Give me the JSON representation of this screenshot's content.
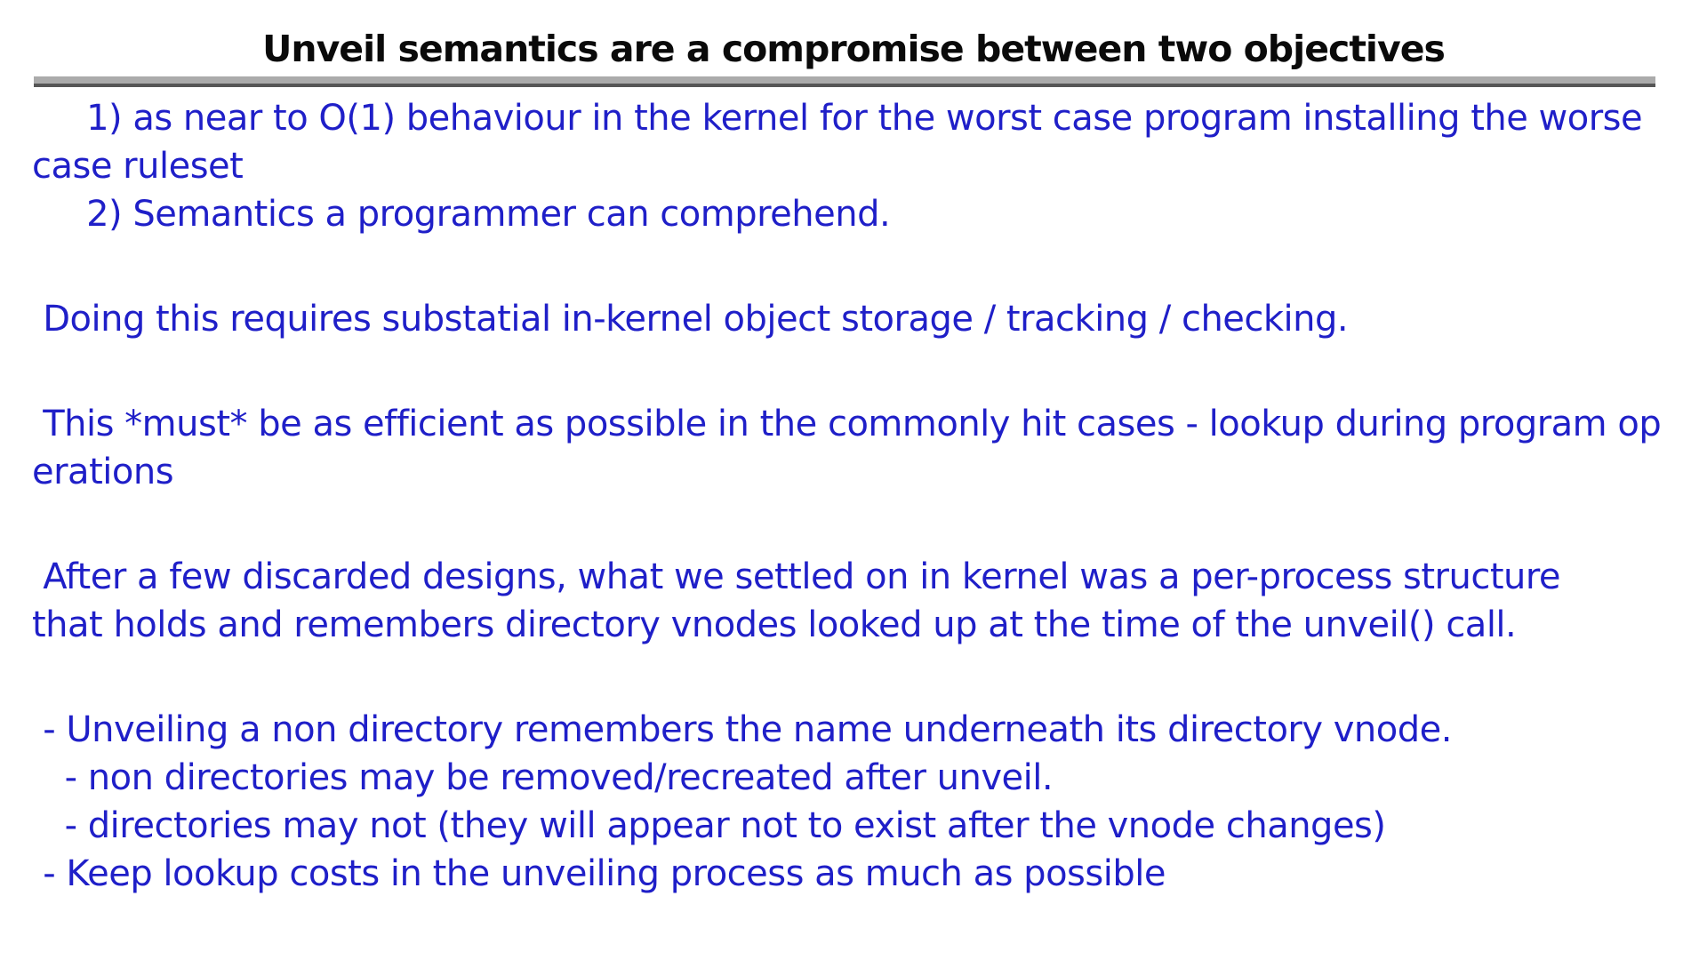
{
  "slide": {
    "title": "Unveil semantics are a compromise between two objectives",
    "colors": {
      "title_text": "#0a0a0a",
      "body_text": "#1f1fc8",
      "divider_light": "#ababab",
      "divider_dark": "#565656",
      "background": "#ffffff"
    },
    "paragraphs": [
      {
        "lines": [
          "     1) as near to O(1) behaviour in the kernel for the worst case program installing the worse",
          "case ruleset",
          "     2) Semantics a programmer can comprehend."
        ]
      },
      {
        "lines": [
          " Doing this requires substatial in-kernel object storage / tracking / checking."
        ]
      },
      {
        "lines": [
          " This *must* be as efficient as possible in the commonly hit cases - lookup during program op",
          "erations"
        ]
      },
      {
        "lines": [
          " After a few discarded designs, what we settled on in kernel was a per-process structure",
          "that holds and remembers directory vnodes looked up at the time of the unveil() call."
        ]
      },
      {
        "lines": [
          " - Unveiling a non directory remembers the name underneath its directory vnode.",
          "   - non directories may be removed/recreated after unveil.",
          "   - directories may not (they will appear not to exist after the vnode changes)",
          " - Keep lookup costs in the unveiling process as much as possible"
        ]
      }
    ]
  }
}
